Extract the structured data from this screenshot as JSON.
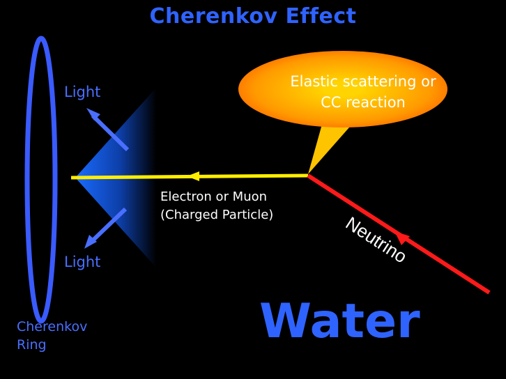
{
  "title": "Cherenkov Effect",
  "light_top": "Light",
  "light_bottom": "Light",
  "ring_label": "Cherenkov\nRing",
  "particle_label": "Electron or Muon\n(Charged Particle)",
  "callout_text": "Elastic scattering or\nCC reaction",
  "neutrino_label": "Neutrino",
  "water_label": "Water",
  "colors": {
    "background": "#000000",
    "title_blue": "#2f63ff",
    "light_arrow_blue": "#4a6fff",
    "ring_blue": "#3a5bff",
    "particle_track": "#ffee00",
    "neutrino_track": "#ff1a1a",
    "callout_inner": "#ffd400",
    "callout_outer": "#ff5a00"
  }
}
